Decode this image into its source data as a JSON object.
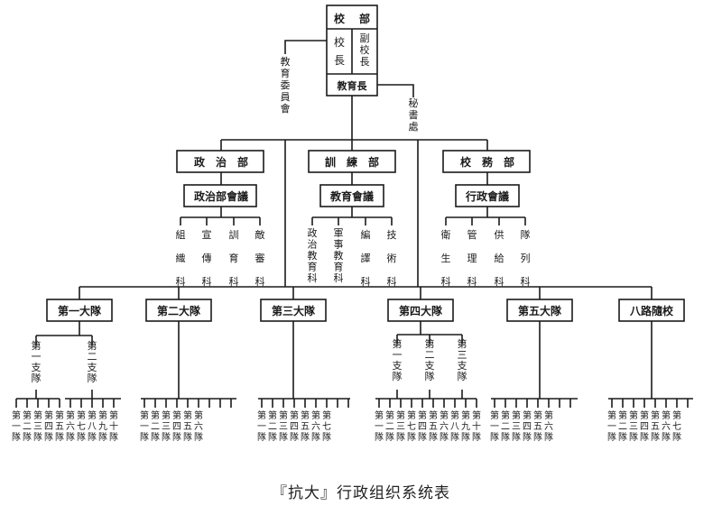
{
  "top": {
    "r1a": "校",
    "r1b": "部",
    "r2a": "校長",
    "r2b": "副校長",
    "r3": "教育長"
  },
  "side_left": "教育委員會",
  "side_right": "秘書處",
  "departments": [
    {
      "name": "政　治　部",
      "council": "政治部會議",
      "sections": [
        [
          "組",
          "織",
          "科"
        ],
        [
          "宣",
          "傳",
          "科"
        ],
        [
          "訓",
          "育",
          "科"
        ],
        [
          "敵",
          "審",
          "科"
        ]
      ]
    },
    {
      "name": "訓　練　部",
      "council": "教育會議",
      "sections": [
        [
          "政",
          "治",
          "教",
          "育",
          "科"
        ],
        [
          "軍",
          "事",
          "教",
          "育",
          "科"
        ],
        [
          "編",
          "譯",
          "科"
        ],
        [
          "技",
          "術",
          "科"
        ]
      ]
    },
    {
      "name": "校　務　部",
      "council": "行政會議",
      "sections": [
        [
          "衛",
          "生",
          "科"
        ],
        [
          "管",
          "理",
          "科"
        ],
        [
          "供",
          "給",
          "科"
        ],
        [
          "隊",
          "列",
          "科"
        ]
      ]
    }
  ],
  "brigades": [
    "第一大隊",
    "第二大隊",
    "第三大隊",
    "第四大隊",
    "第五大隊",
    "八路隨校"
  ],
  "branches": [
    "第一支隊",
    "第二支隊",
    "第一支隊",
    "第二支隊",
    "第三支隊"
  ],
  "squadrons": [
    [
      [
        "第一隊"
      ],
      [
        "第二隊"
      ],
      [
        "第三隊"
      ],
      [
        "第四隊"
      ],
      [
        "第五隊"
      ],
      [
        "第六隊"
      ],
      [
        "第七隊"
      ],
      [
        "第八隊"
      ],
      [
        "第九隊"
      ],
      [
        "第十隊"
      ]
    ],
    [
      "第一隊",
      "第二隊",
      "第三隊",
      "第四隊",
      "第五隊",
      "第六隊"
    ],
    [
      "第一隊",
      "第二隊",
      "第三隊",
      "第四隊",
      "第五隊",
      "第六隊",
      "第七隊"
    ],
    [
      "第一隊",
      "第二隊",
      "第三隊",
      "第七隊",
      "第四隊",
      "第五隊",
      "第六隊",
      "第八隊",
      "第九隊",
      "第十隊"
    ],
    [
      "第一隊",
      "第二隊",
      "第三隊",
      "第四隊",
      "第五隊",
      "第六隊"
    ],
    [
      "第一隊",
      "第二隊",
      "第三隊",
      "第四隊",
      "第五隊",
      "第六隊",
      "第七隊"
    ]
  ],
  "caption": "『抗大』行政组织系统表"
}
